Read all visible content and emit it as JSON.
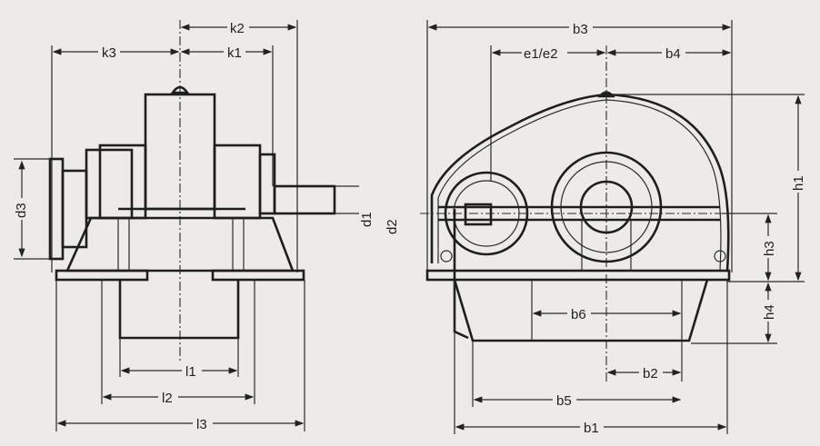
{
  "drawing": {
    "labels": {
      "k2": "k2",
      "k3": "k3",
      "k1": "k1",
      "d3": "d3",
      "d1": "d1",
      "d2": "d2",
      "l1": "l1",
      "l2": "l2",
      "l3": "l3",
      "b3": "b3",
      "e1e2": "e1/e2",
      "b4": "b4",
      "h1": "h1",
      "h3": "h3",
      "h4": "h4",
      "b6": "b6",
      "b2": "b2",
      "b5": "b5",
      "b1": "b1"
    },
    "colors": {
      "paper": "#ecebe7",
      "ink": "#1e1e1e"
    }
  }
}
